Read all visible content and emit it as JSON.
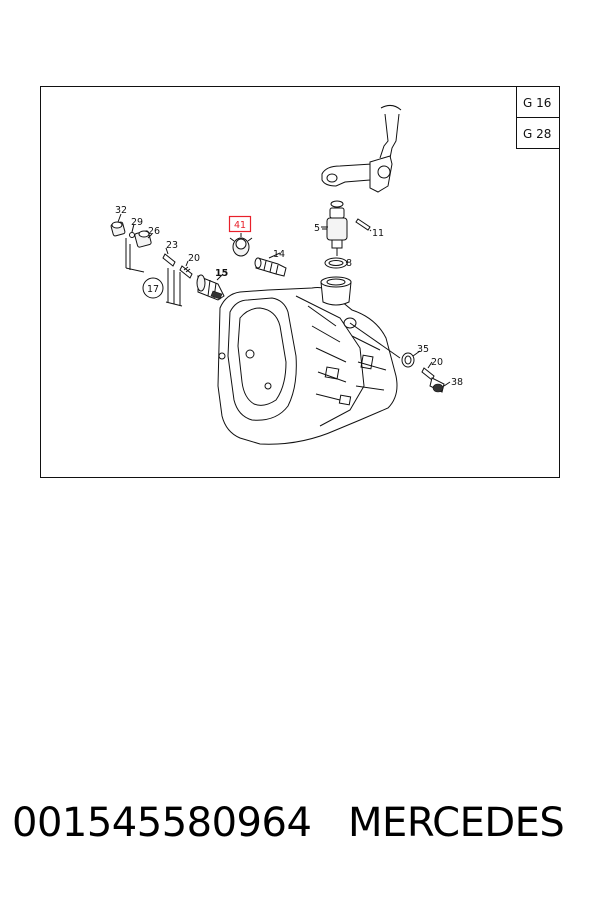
{
  "diagram": {
    "group_codes": [
      "G 16",
      "G 28"
    ],
    "highlighted_part": "41",
    "part_labels": {
      "p32": "32",
      "p29": "29",
      "p26": "26",
      "p23": "23",
      "p20a": "20",
      "p17": "17",
      "p41": "41",
      "p14": "14",
      "p15": "15",
      "p5": "5",
      "p11": "11",
      "p8": "8",
      "p35": "35",
      "p20b": "20",
      "p38": "38"
    },
    "highlight_color": "#e8202a"
  },
  "footer": {
    "part_number": "001545580964",
    "brand": "MERCEDES"
  }
}
